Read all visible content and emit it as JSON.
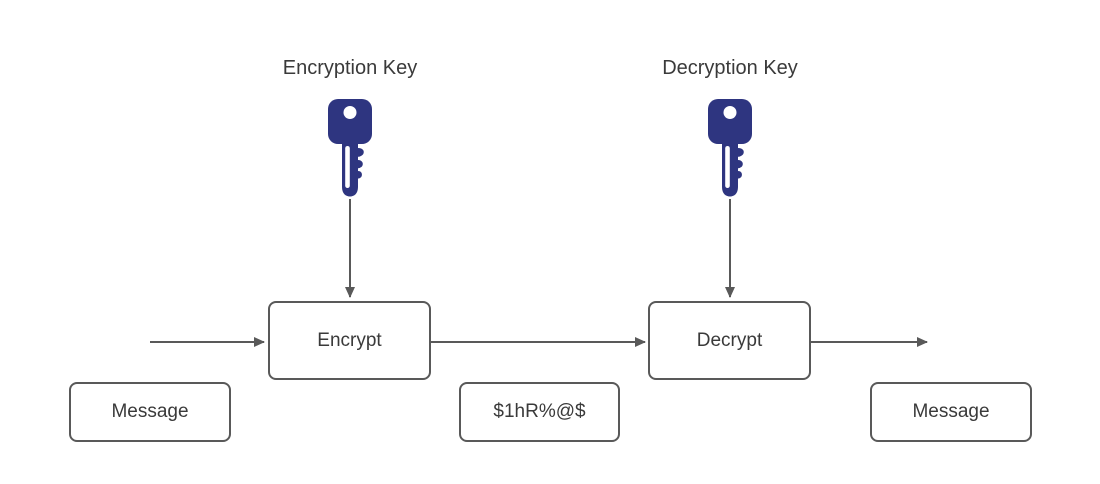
{
  "diagram": {
    "labels": {
      "encryption_key": "Encryption Key",
      "decryption_key": "Decryption Key"
    },
    "nodes": {
      "encrypt": "Encrypt",
      "decrypt": "Decrypt",
      "message_in": "Message",
      "ciphertext": "$1hR%@$",
      "message_out": "Message"
    },
    "icons": {
      "encryption_key": "key-icon",
      "decryption_key": "key-icon"
    },
    "colors": {
      "background": "#ffffff",
      "stroke": "#595959",
      "text": "#3a3a3a",
      "key_fill": "#2e3580"
    }
  }
}
